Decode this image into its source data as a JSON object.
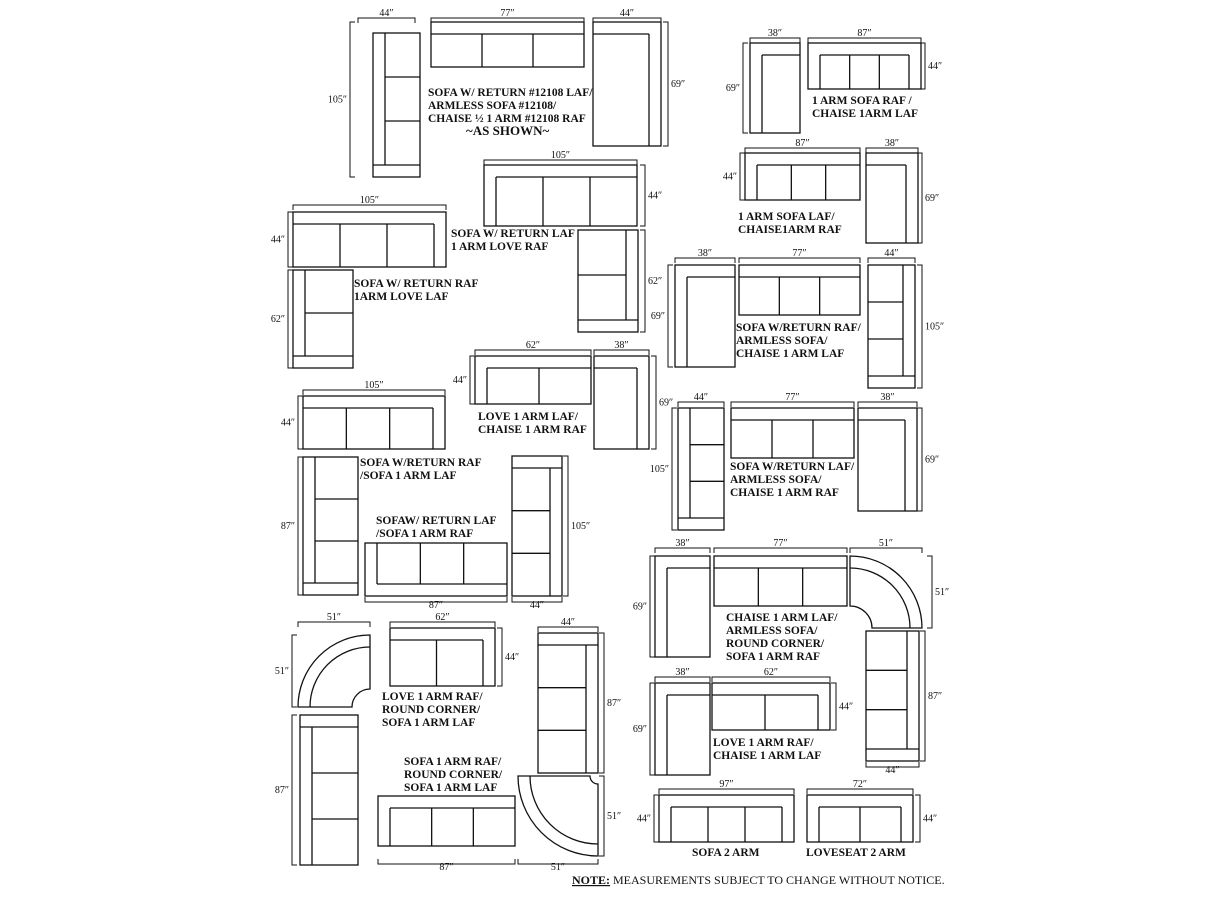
{
  "captions": {
    "c1": [
      "SOFA W/ RETURN #12108  LAF/",
      "ARMLESS SOFA #12108/",
      "CHAISE ½  1 ARM #12108  RAF",
      "~AS SHOWN~"
    ],
    "c2": [
      "1 ARM SOFA RAF /",
      "CHAISE 1ARM  LAF"
    ],
    "c3": [
      "1 ARM SOFA LAF/",
      "CHAISE1ARM   RAF"
    ],
    "c4": [
      "SOFA  W/ RETURN LAF",
      "1 ARM LOVE RAF"
    ],
    "c5": [
      "SOFA W/ RETURN RAF",
      "1ARM LOVE LAF"
    ],
    "c6": [
      "SOFA W/RETURN RAF/",
      "ARMLESS SOFA/",
      "CHAISE 1 ARM LAF"
    ],
    "c7": [
      "LOVE 1 ARM LAF/",
      "CHAISE 1 ARM RAF"
    ],
    "c8": [
      "SOFA W/RETURN LAF/",
      "ARMLESS SOFA/",
      "CHAISE 1 ARM RAF"
    ],
    "c9": [
      "SOFA W/RETURN RAF",
      "/SOFA 1 ARM LAF"
    ],
    "c10": [
      "SOFAW/ RETURN LAF",
      "/SOFA 1 ARM RAF"
    ],
    "c11": [
      "CHAISE 1 ARM LAF/",
      "ARMLESS SOFA/",
      "ROUND CORNER/",
      "SOFA 1 ARM RAF"
    ],
    "c12": [
      "LOVE 1 ARM RAF/",
      "ROUND CORNER/",
      "SOFA 1 ARM LAF"
    ],
    "c13": [
      "SOFA 1 ARM RAF/",
      "ROUND CORNER/",
      "SOFA 1 ARM LAF"
    ],
    "c14": [
      "LOVE 1 ARM RAF/",
      "CHAISE 1 ARM LAF"
    ],
    "c15": [
      "SOFA 2 ARM"
    ],
    "c16": [
      "LOVESEAT 2 ARM"
    ]
  },
  "dimensions": {
    "d38": "38″",
    "d44": "44″",
    "d51": "51″",
    "d62": "62″",
    "d69": "69″",
    "d72": "72″",
    "d77": "77″",
    "d87": "87″",
    "d97": "97″",
    "d105": "105″"
  },
  "note": {
    "label": "NOTE:",
    "text": " MEASUREMENTS SUBJECT TO CHANGE WITHOUT NOTICE."
  }
}
